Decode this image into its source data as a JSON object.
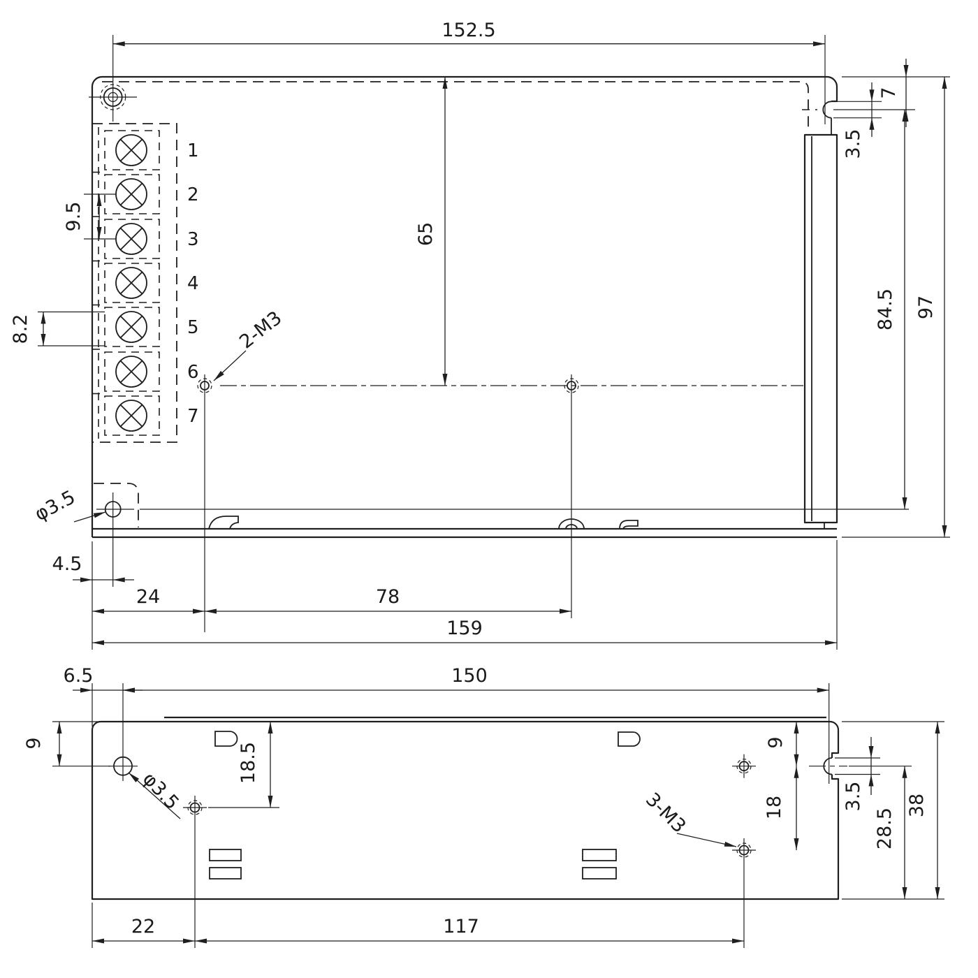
{
  "drawing": {
    "line_color": "#1f1f1f",
    "top_view": {
      "dim_mount_hole_span": "152.5",
      "dim_m3_to_top_edge": "65",
      "dim_notch_hole_to_top": "7",
      "dim_notch_hole_dia": "3.5",
      "dim_flange_to_notch_hole": "84.5",
      "dim_overall_depth": "97",
      "dim_terminal_pitch_upper": "9.5",
      "dim_terminal_pitch_lower": "8.2",
      "callout_chassis_m3": "2-M3",
      "callout_mount_hole_dia": "φ3.5",
      "dim_mount_hole_to_edge": "4.5",
      "dim_edge_to_m3": "24",
      "dim_m3_span": "78",
      "dim_overall_width": "159",
      "terminal_numbers": [
        "1",
        "2",
        "3",
        "4",
        "5",
        "6",
        "7"
      ]
    },
    "side_view": {
      "dim_edge_to_mount_hole": "6.5",
      "dim_mount_hole_span": "150",
      "dim_mount_hole_to_top": "9",
      "dim_top_to_m3_left": "18.5",
      "callout_mount_hole_dia": "φ3.5",
      "dim_m3_to_top_right": "9",
      "dim_m3_vertical_span": "18",
      "callout_side_m3": "3-M3",
      "dim_notch_hole_dia": "3.5",
      "dim_notch_hole_to_bottom": "28.5",
      "dim_overall_height": "38",
      "dim_edge_to_m3_left": "22",
      "dim_m3_horizontal_span": "117"
    }
  }
}
